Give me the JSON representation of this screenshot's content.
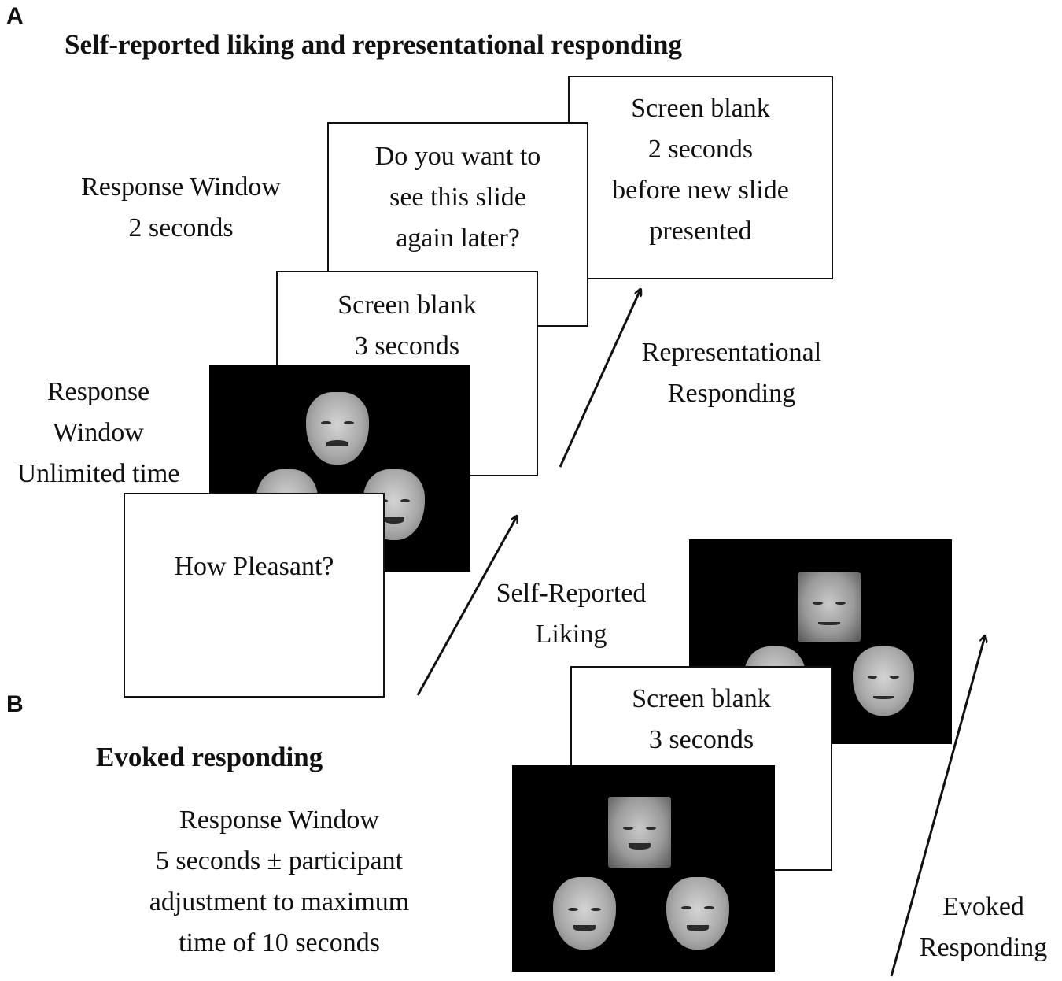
{
  "panel_a": {
    "letter": "A",
    "title": "Self-reported liking and representational responding",
    "response_window_2s": [
      "Response Window",
      "2 seconds"
    ],
    "response_window_unlimited": [
      "Response",
      "Window",
      "Unlimited time"
    ],
    "box_question": [
      "Do you want to",
      "see this slide",
      "again later?"
    ],
    "box_blank_2s": [
      "Screen blank",
      "2 seconds",
      "before new slide",
      "presented"
    ],
    "box_blank_3s": [
      "Screen blank",
      "3 seconds"
    ],
    "box_pleasant": "How Pleasant?",
    "label_representational": [
      "Representational",
      "Responding"
    ],
    "label_self_reported": [
      "Self-Reported",
      "Liking"
    ]
  },
  "panel_b": {
    "letter": "B",
    "title": "Evoked responding",
    "response_window": [
      "Response Window",
      "5 seconds ± participant",
      "adjustment to maximum",
      "time of 10 seconds"
    ],
    "box_blank_3s": [
      "Screen blank",
      "3 seconds"
    ],
    "label_evoked": [
      "Evoked",
      "Responding"
    ]
  }
}
